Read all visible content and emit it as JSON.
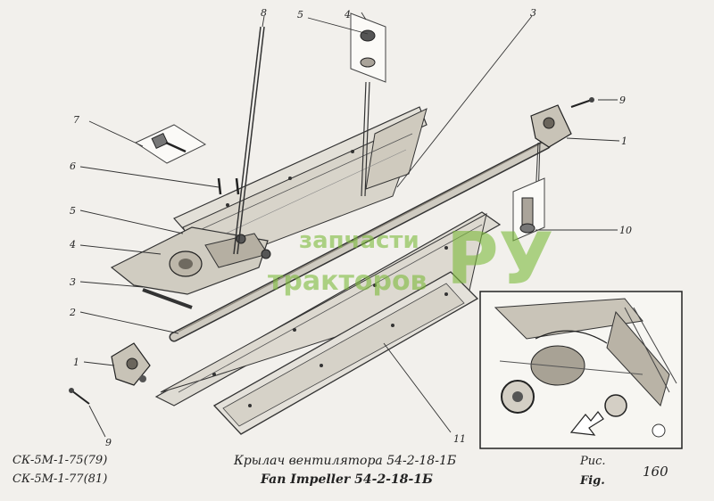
{
  "title_ru": "Крылач вентилятора  54-2-18-1Б",
  "title_en": "Fan Impeller  54-2-18-1Б",
  "model_codes": [
    "СК-5М-1-75(79)",
    "СК-5М-1-77(81)"
  ],
  "fig_label_ru": "Рис.",
  "fig_label_en": "Fig.",
  "fig_number": "160",
  "watermark": {
    "line1": "запчасти",
    "line2": "тракторов",
    "big": "РУ",
    "color": "#7dbb3c"
  },
  "callouts": {
    "c1_top": "1",
    "c1_bottom": "1",
    "c2": "2",
    "c3_top": "3",
    "c3_left": "3",
    "c4_top": "4",
    "c4_left": "4",
    "c5_top": "5",
    "c5_left": "5",
    "c6": "6",
    "c7": "7",
    "c8": "8",
    "c9_right": "9",
    "c9_bottom": "9",
    "c10": "10",
    "c11": "11"
  }
}
